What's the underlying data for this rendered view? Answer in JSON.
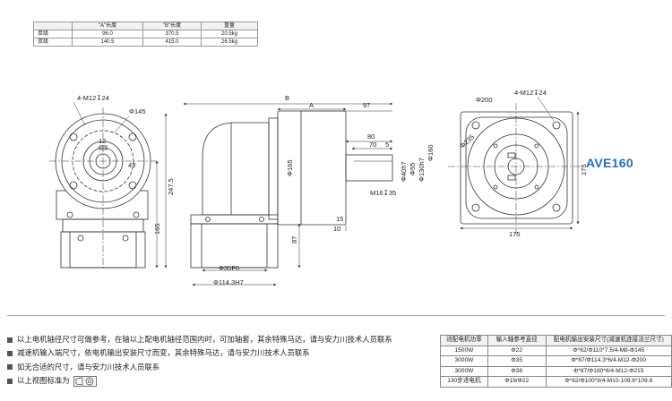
{
  "spec_table": {
    "headers": [
      "",
      "\"A\"长度",
      "\"B\"长度",
      "重量"
    ],
    "rows": [
      [
        "单级",
        "96.0",
        "370.5",
        "20.5kg"
      ],
      [
        "双级",
        "140.5",
        "415.0",
        "26.5kg"
      ]
    ]
  },
  "model": "AVE160",
  "dimensions": {
    "front_view": {
      "thread": "4-M12↧24",
      "pcd": "Φ145",
      "key": "12",
      "shaft_ref": "43",
      "height": "247.5",
      "lower_height": "165"
    },
    "side_view": {
      "b": "B",
      "a": "A",
      "len_97": "97",
      "len_80": "80",
      "len_70": "70",
      "len_5": "5",
      "dia_165": "Φ165",
      "dia_40": "Φ40h7",
      "dia_55": "Φ55",
      "dia_130": "Φ130h7",
      "dia_160": "Φ160",
      "thread_m16": "M16↧35",
      "dim_87": "87",
      "dim_10": "10",
      "dim_15": "15",
      "bore_35": "Φ35F6",
      "spigot_114": "Φ114.3H7"
    },
    "right_view": {
      "thread": "4-M12↧24",
      "dia_200": "Φ200",
      "dia_235": "Φ235",
      "square_h": "175",
      "square_w": "175"
    }
  },
  "notes": [
    "以上电机轴径尺寸可做参考，在轴以上配电机轴径范围内时，可加轴套，其余特殊马达，请与安力川技术人员联系",
    "减速机输入端尺寸，依电机输出安装尺寸而变，其余特殊马达，请与安力川技术人员联系",
    "如无合适的尺寸，请与安力川技术人员联系",
    "以上视图标准为"
  ],
  "motor_table": {
    "headers": [
      "适配电机功率",
      "输入轴参考直径",
      "配电机输出安装尺寸(减速机连接法兰尺寸)"
    ],
    "rows": [
      [
        "1500W",
        "Φ22",
        "Φ*62/Φ110*7.5/4-M8-Φ145"
      ],
      [
        "3000W",
        "Φ35",
        "Φ*87/Φ114.3*6/4-M12-Φ200"
      ],
      [
        "3000W",
        "Φ38",
        "Φ*87/Φ180*6/4-M12-Φ215"
      ],
      [
        "130步进电机",
        "Φ19/Φ22",
        "Φ*62/Φ100*8/4-M10-109.6*109.6"
      ]
    ]
  },
  "colors": {
    "line": "#333333",
    "accent": "#2a6fb5"
  }
}
